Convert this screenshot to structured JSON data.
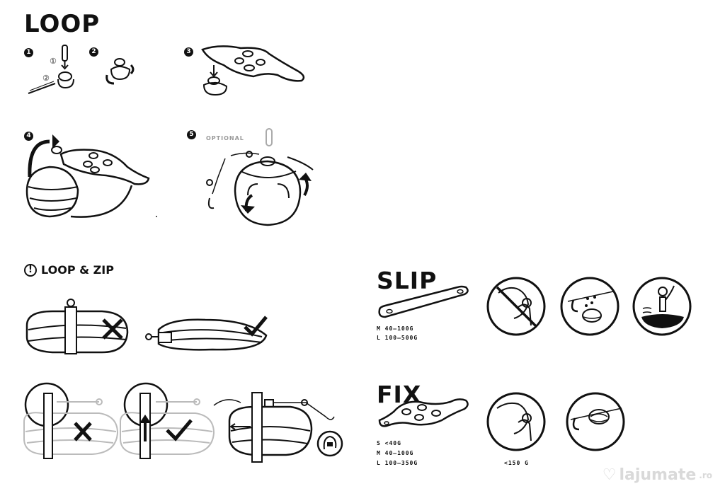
{
  "loop": {
    "title": "LOOP",
    "steps": [
      "1",
      "2",
      "3",
      "4",
      "5"
    ],
    "substeps": [
      "①",
      "②"
    ],
    "optional_label": "OPTIONAL"
  },
  "loop_zip": {
    "title": "LOOP & ZIP",
    "excl": "!"
  },
  "slip": {
    "title": "SLIP",
    "weights": [
      "M 40–100G",
      "L 100–500G"
    ]
  },
  "fix": {
    "title": "FIX",
    "weights": [
      "S <40G",
      "M 40–100G",
      "L 100–350G"
    ],
    "limit_label": "<150 G"
  },
  "watermark": {
    "text": "lajumate",
    "suffix": ".ro"
  }
}
